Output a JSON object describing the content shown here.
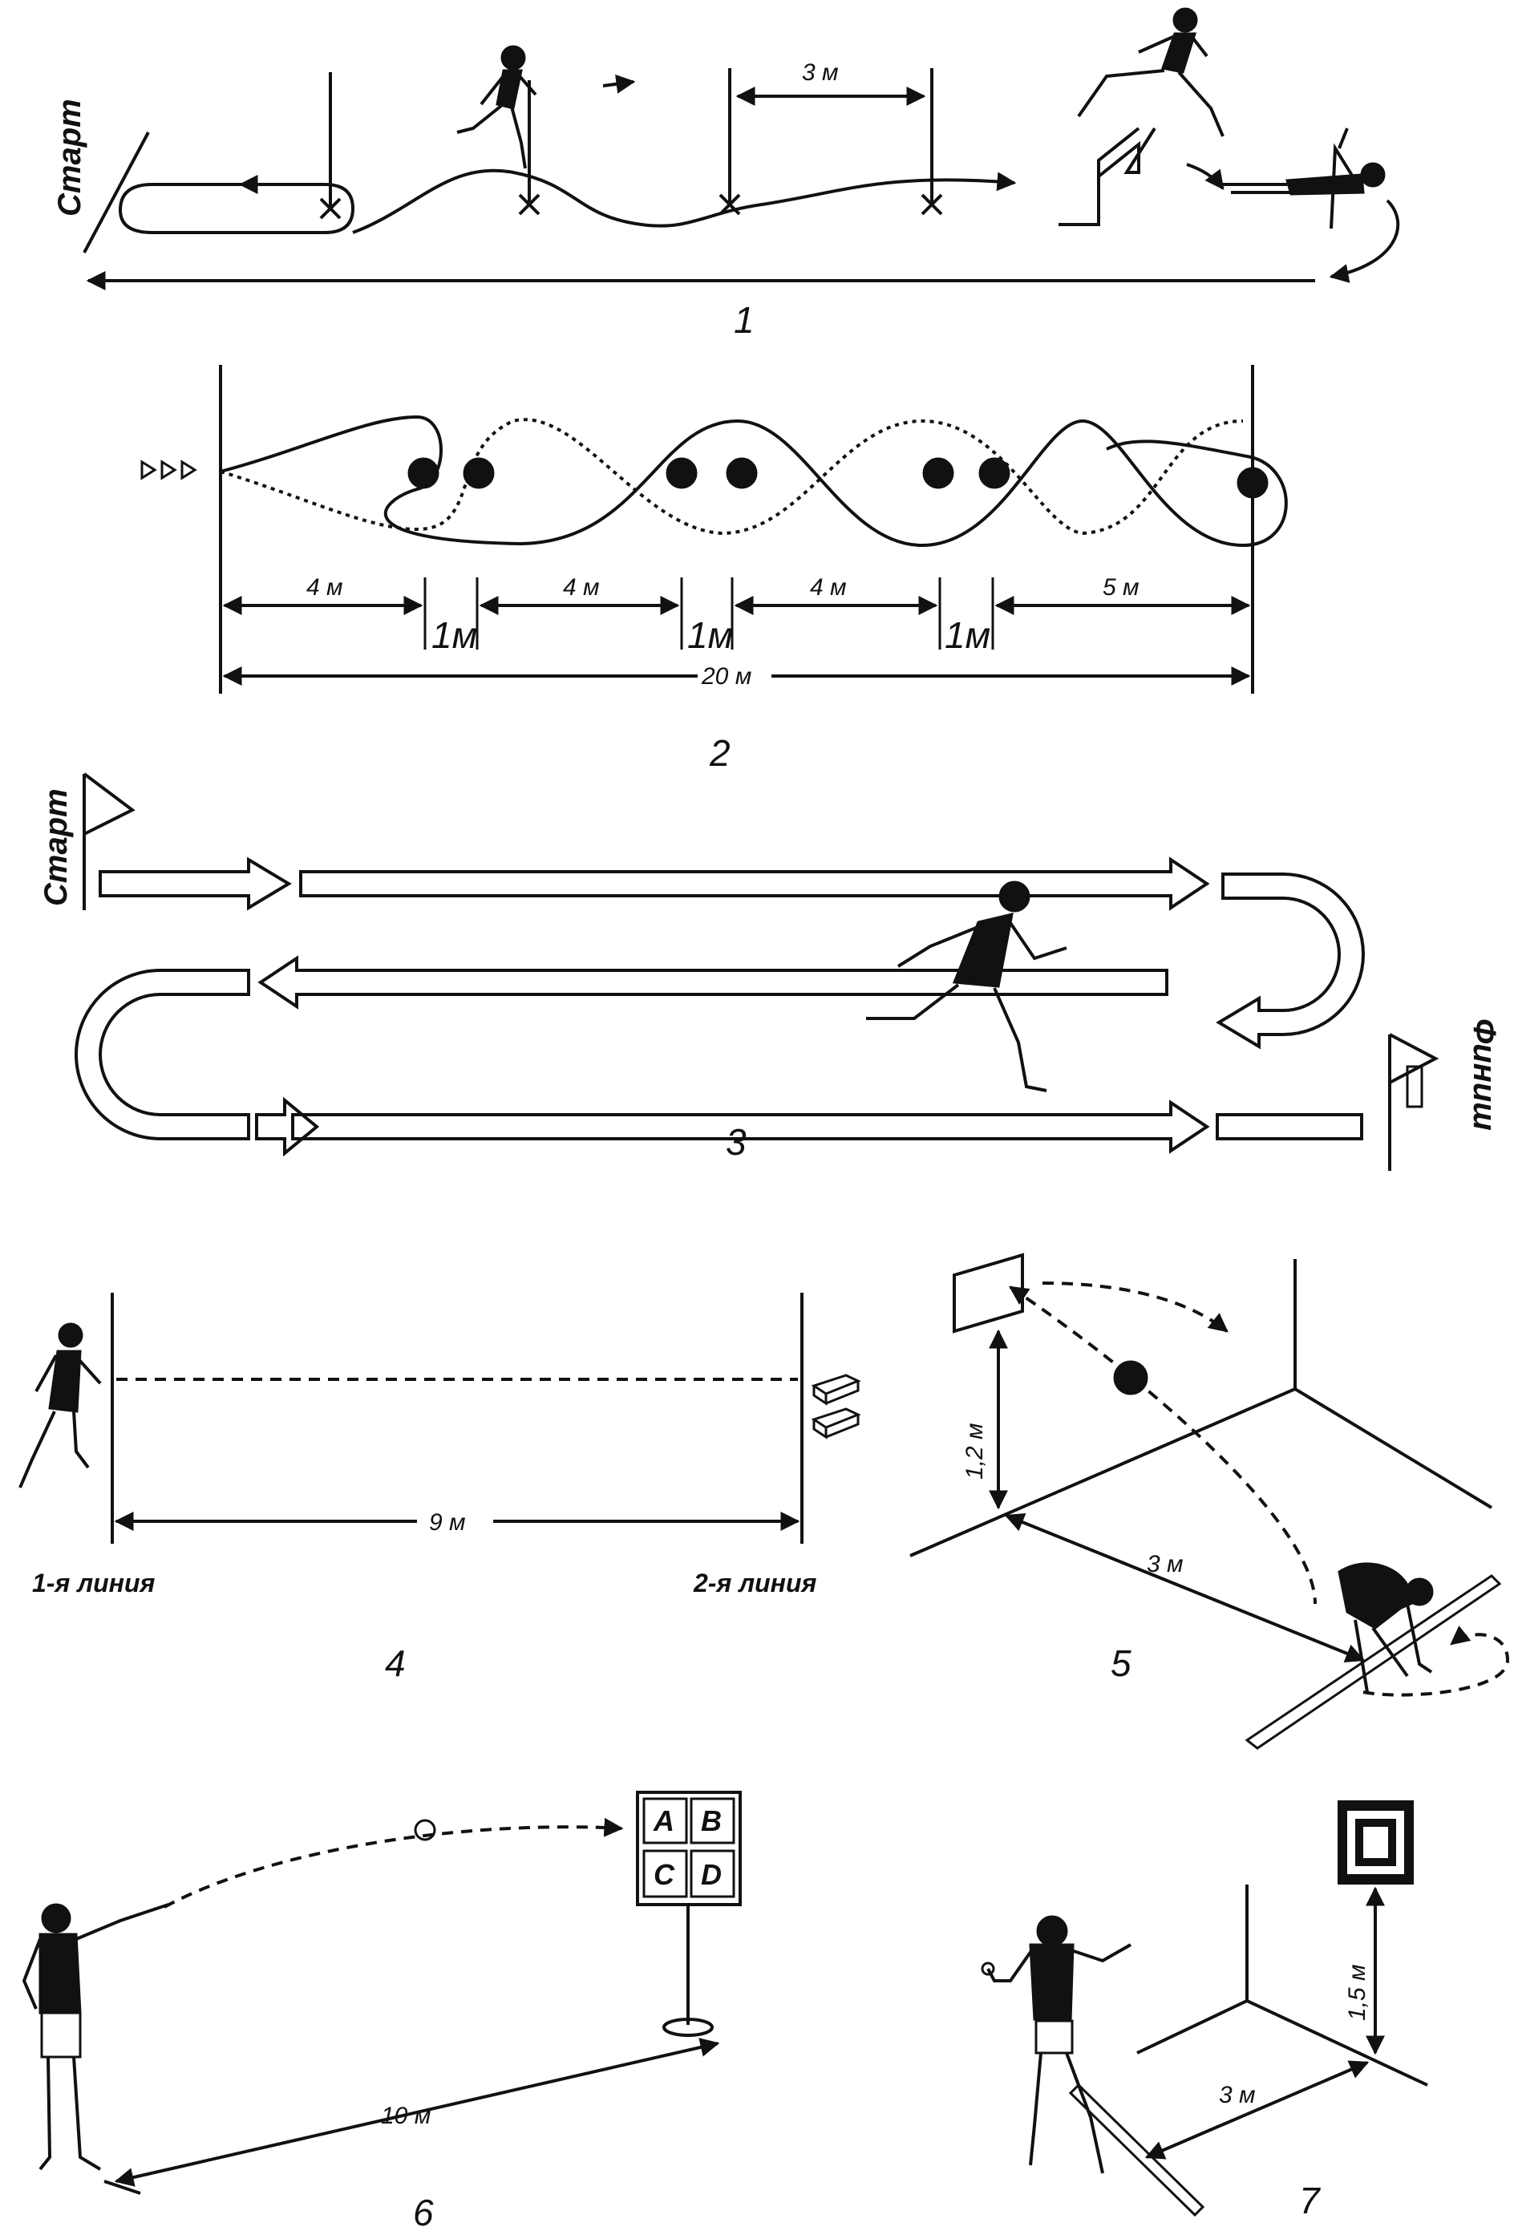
{
  "diagram1": {
    "number": "1",
    "start_label": "Старт",
    "gap_label": "3 м"
  },
  "diagram2": {
    "number": "2",
    "segments": [
      "4 м",
      "1м",
      "4 м",
      "1м",
      "4 м",
      "1м",
      "5 м"
    ],
    "total": "20 м"
  },
  "diagram3": {
    "number": "3",
    "start_label": "Старт",
    "finish_label": "Финиш"
  },
  "diagram4": {
    "number": "4",
    "distance": "9 м",
    "line1": "1-я линия",
    "line2": "2-я линия"
  },
  "diagram5": {
    "number": "5",
    "height": "1,2 м",
    "distance": "3 м"
  },
  "diagram6": {
    "number": "6",
    "distance": "10 м",
    "target_cells": [
      "A",
      "B",
      "C",
      "D"
    ]
  },
  "diagram7": {
    "number": "7",
    "height": "1,5 м",
    "distance": "3 м"
  }
}
